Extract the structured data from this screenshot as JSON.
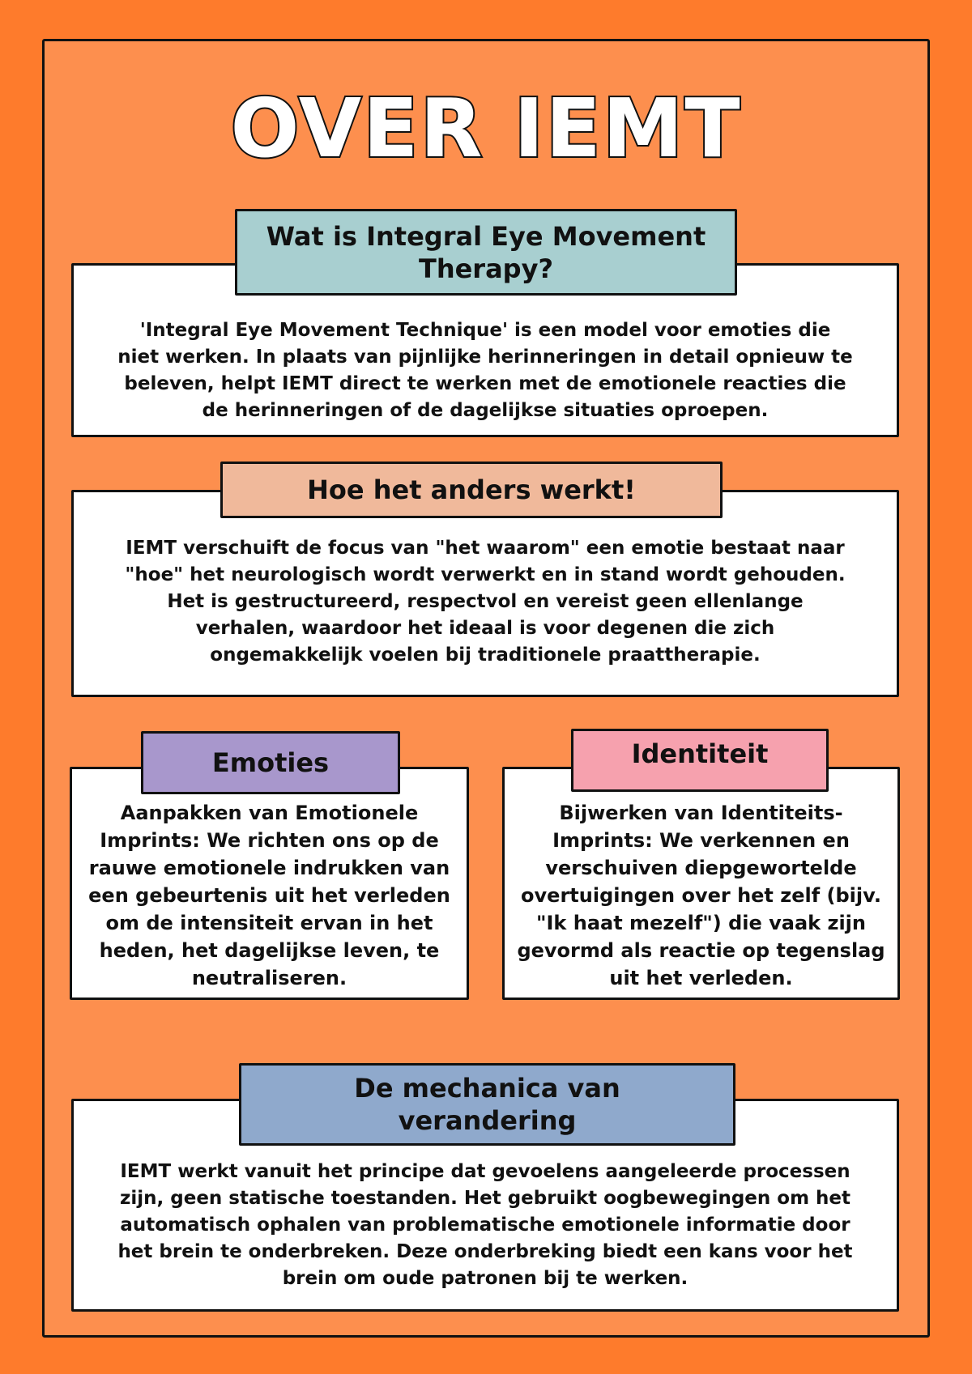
{
  "title": "OVER IEMT",
  "colors": {
    "background": "#fe7b2c",
    "panel": "#fd8f4e",
    "h1": "#a8cfd0",
    "h2": "#f0b99b",
    "h3": "#a897cc",
    "h4": "#f6a1ae",
    "h5": "#8fa9cc"
  },
  "sections": [
    {
      "heading": [
        "Wat is Integral Eye Movement",
        "Therapy?"
      ],
      "body": [
        "'Integral Eye Movement Technique' is een model voor emoties die",
        "niet werken. In plaats van pijnlijke herinneringen in detail opnieuw te",
        "beleven, helpt IEMT direct te werken met de emotionele reacties die",
        "de herinneringen of de dagelijkse situaties oproepen."
      ]
    },
    {
      "heading": [
        "Hoe het anders werkt!"
      ],
      "body": [
        "IEMT verschuift de focus van \"het waarom\" een emotie bestaat naar",
        "\"hoe\" het neurologisch wordt verwerkt en in stand wordt gehouden.",
        "Het is gestructureerd, respectvol en vereist geen ellenlange",
        "verhalen, waardoor het ideaal is voor degenen die zich",
        "ongemakkelijk voelen bij traditionele praattherapie."
      ]
    },
    {
      "heading": [
        "Emoties"
      ],
      "body": [
        "Aanpakken van Emotionele",
        "Imprints: We richten ons op de",
        "rauwe emotionele indrukken van",
        "een gebeurtenis uit het verleden",
        "om de intensiteit ervan in het",
        "heden, het dagelijkse leven, te",
        "neutraliseren."
      ]
    },
    {
      "heading": [
        "Identiteit"
      ],
      "body": [
        "Bijwerken van Identiteits-",
        "Imprints: We verkennen en",
        "verschuiven diepgewortelde",
        "overtuigingen over het zelf (bijv.",
        "\"Ik haat mezelf\") die vaak zijn",
        "gevormd als reactie op tegenslag",
        "uit het verleden."
      ]
    },
    {
      "heading": [
        "De mechanica van",
        "verandering"
      ],
      "body": [
        "IEMT werkt vanuit het principe dat gevoelens aangeleerde processen",
        "zijn, geen statische toestanden. Het gebruikt oogbewegingen om het",
        "automatisch ophalen van problematische emotionele informatie door",
        "het brein te onderbreken. Deze onderbreking biedt een kans voor het",
        "brein om oude patronen bij te werken."
      ]
    }
  ]
}
